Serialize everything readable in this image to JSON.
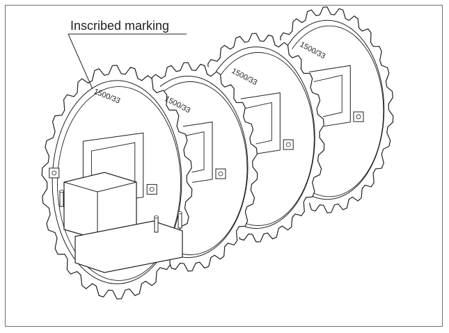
{
  "callout": {
    "label": "Inscribed marking"
  },
  "gears": [
    {
      "marking": "1500/33"
    },
    {
      "marking": "1500/33"
    },
    {
      "marking": "1500/33"
    },
    {
      "marking": "1500/33"
    }
  ],
  "colors": {
    "line": "#1e1e1e",
    "frame": "#6e6e6e",
    "background": "#ffffff"
  }
}
